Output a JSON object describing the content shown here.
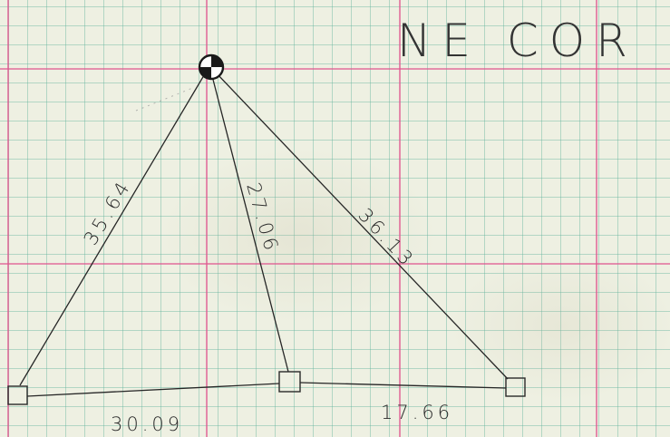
{
  "title": "NE COR",
  "distances": {
    "left_leg": "35.64",
    "middle_leg": "27.06",
    "right_leg": "36.13",
    "bottom_left": "30.09",
    "bottom_right": "17.66"
  },
  "colors": {
    "paper": "#eef0e2",
    "minor_grid": "#60b29c",
    "major_grid": "#e0578f",
    "ink": "#262626"
  },
  "icons": {
    "corner_symbol": "quartered-circle-monument",
    "reference_points": "square-marker"
  }
}
